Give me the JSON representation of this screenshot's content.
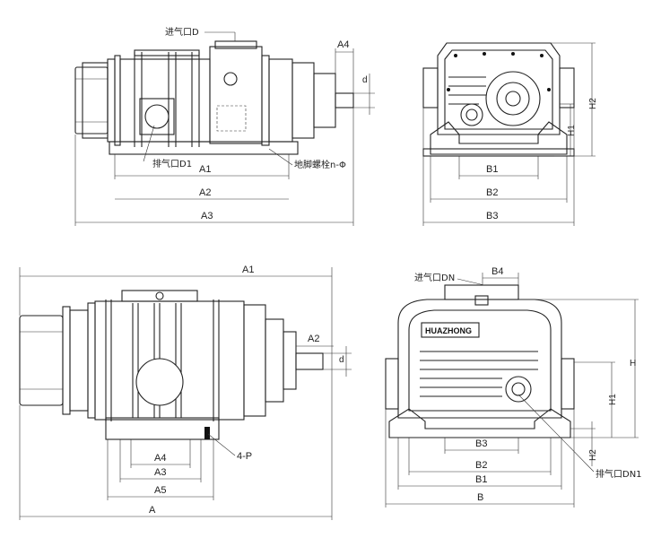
{
  "top_left": {
    "labels": {
      "inlet": "进气口D",
      "outlet": "排气口D1",
      "anchor_bolt": "地脚螺栓n-Φ",
      "A4": "A4",
      "d": "d",
      "A1": "A1",
      "A2": "A2",
      "A3": "A3"
    }
  },
  "top_right": {
    "labels": {
      "H1": "H1",
      "H2": "H2",
      "B1": "B1",
      "B2": "B2",
      "B3": "B3"
    }
  },
  "bottom_left": {
    "labels": {
      "A1": "A1",
      "A2": "A2",
      "d": "d",
      "A4": "A4",
      "A3": "A3",
      "A5": "A5",
      "A": "A",
      "bolts": "4-P"
    }
  },
  "bottom_right": {
    "labels": {
      "inlet": "进气口DN",
      "B4": "B4",
      "brand": "HUAZHONG",
      "H": "H",
      "H1": "H1",
      "H2": "H2",
      "B3": "B3",
      "B2": "B2",
      "B1": "B1",
      "B": "B",
      "outlet": "排气口DN1"
    }
  }
}
